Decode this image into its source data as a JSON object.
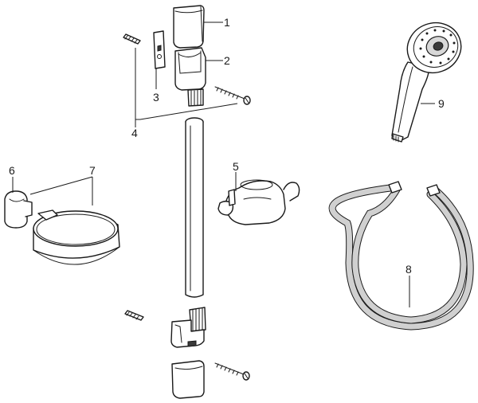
{
  "callouts": {
    "c1": "1",
    "c2": "2",
    "c3": "3",
    "c4": "4",
    "c5": "5",
    "c6": "6",
    "c7": "7",
    "c8": "8",
    "c9": "9"
  },
  "colors": {
    "line": "#1a1a1a",
    "fill": "#ffffff",
    "shade": "#d8d8d8"
  }
}
